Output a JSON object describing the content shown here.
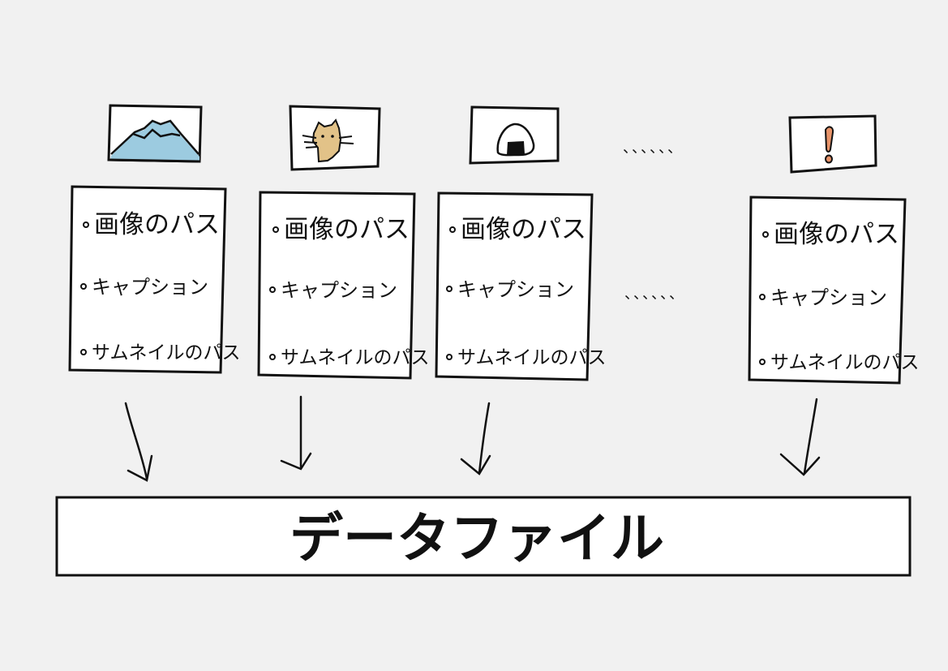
{
  "records": [
    {
      "id": "mountain",
      "image_icon": "mountain-picture-icon",
      "fields": [
        "画像のパス",
        "キャプション",
        "サムネイルのパス"
      ]
    },
    {
      "id": "cat",
      "image_icon": "cat-picture-icon",
      "fields": [
        "画像のパス",
        "キャプション",
        "サムネイルのパス"
      ]
    },
    {
      "id": "onigiri",
      "image_icon": "rice-ball-picture-icon",
      "fields": [
        "画像のパス",
        "キャプション",
        "サムネイルのパス"
      ]
    },
    {
      "id": "exclamation",
      "image_icon": "exclamation-picture-icon",
      "fields": [
        "画像のパス",
        "キャプション",
        "サムネイルのパス"
      ]
    }
  ],
  "ellipsis_top": "、、、、、、",
  "ellipsis_middle": "、、、、、、",
  "data_file_label": "データファイル",
  "colors": {
    "background": "#f1f1f1",
    "stroke": "#111111",
    "mountain_water": "#9ccbe0",
    "cat": "#e2c288",
    "exclamation": "#e8946a",
    "paper": "#ffffff"
  }
}
